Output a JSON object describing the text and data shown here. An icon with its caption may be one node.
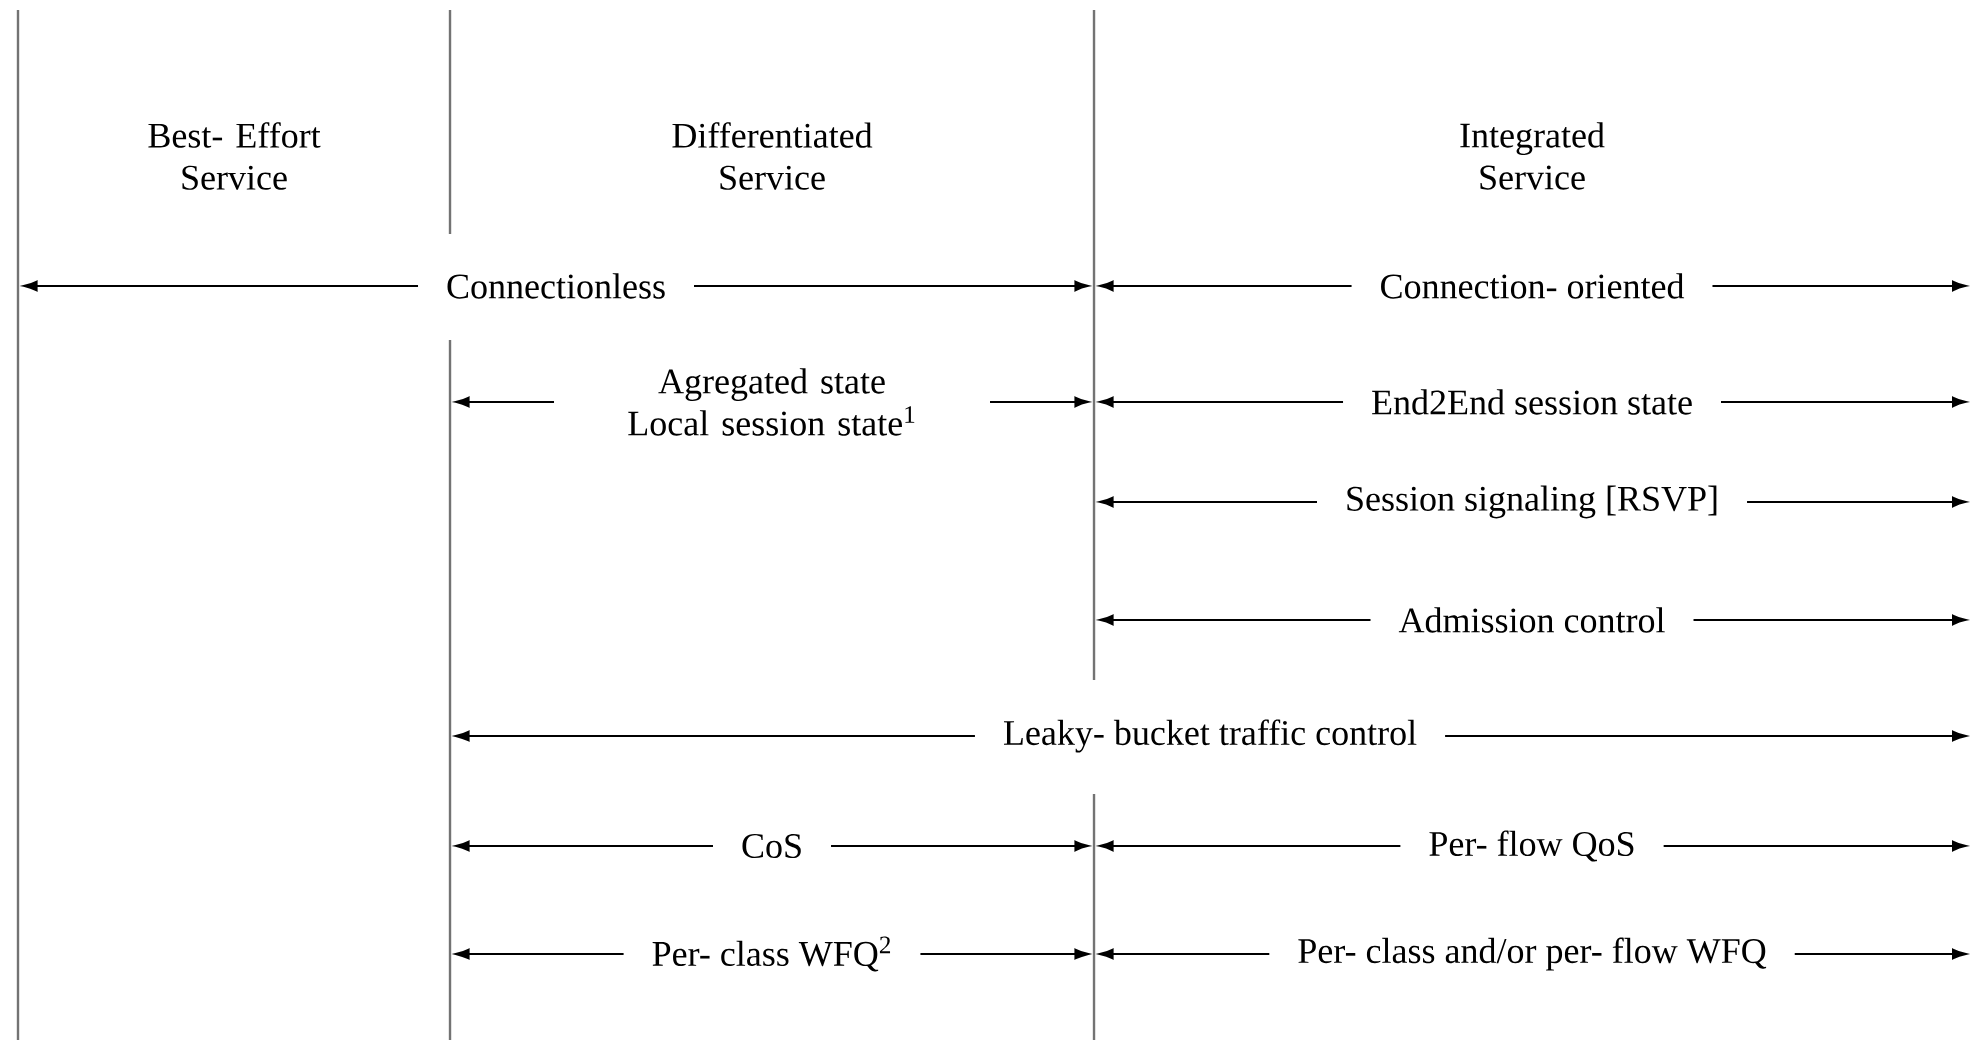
{
  "diagram": {
    "nodes": [
      {
        "text": [],
        "shape": "bar"
      },
      {
        "text": [],
        "shape": "bar"
      },
      {
        "text": [],
        "shape": "bar"
      },
      {
        "text": [],
        "shape": "bar"
      },
      {
        "text": [],
        "shape": "bar"
      }
    ],
    "edges": [
      {
        "from": 0,
        "to": 3,
        "arrow": "both",
        "label": "Connectionless"
      },
      {
        "from": 3,
        "to": null,
        "arrow": "both",
        "label": "Connection- oriented"
      },
      {
        "from": 2,
        "to": 3,
        "arrow": "both",
        "label": "Agregated state Local session state$^{1}$"
      },
      {
        "from": 3,
        "to": null,
        "arrow": "both",
        "label": "End2End session state"
      },
      {
        "from": 3,
        "to": null,
        "arrow": "both",
        "label": "Session signaling [RSVP]"
      },
      {
        "from": 3,
        "to": null,
        "arrow": "both",
        "label": "Admission control"
      },
      {
        "from": 2,
        "to": null,
        "arrow": "both",
        "label": "Leaky- bucket traffic control"
      },
      {
        "from": 2,
        "to": 4,
        "arrow": "both",
        "label": "CoS"
      },
      {
        "from": 4,
        "to": null,
        "arrow": "both",
        "label": "Per- flow QoS"
      },
      {
        "from": 2,
        "to": 4,
        "arrow": "both",
        "label": "Per- class WFQ$^{2}$"
      },
      {
        "from": 4,
        "to": null,
        "arrow": "both",
        "label": "Per- class and/or per- flow WFQ"
      }
    ],
    "labels": [
      "Best- Effort Service",
      "Differentiated Service",
      "Integrated Service"
    ]
  }
}
